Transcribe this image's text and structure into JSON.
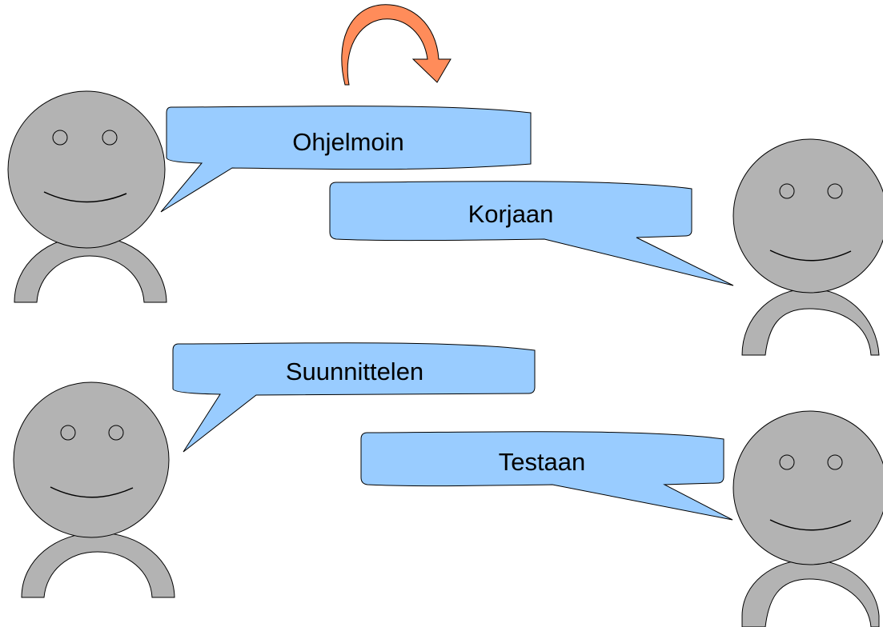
{
  "title_fragment": "",
  "speech": {
    "ohjelmoin": "Ohjelmoin",
    "korjaan": "Korjaan",
    "suunnittelen": "Suunnittelen",
    "testaan": "Testaan"
  },
  "colors": {
    "bubble_fill": "#99ccff",
    "person_fill": "#b3b3b3",
    "arrow_fill": "#ff8c5a",
    "outline": "#000000"
  }
}
